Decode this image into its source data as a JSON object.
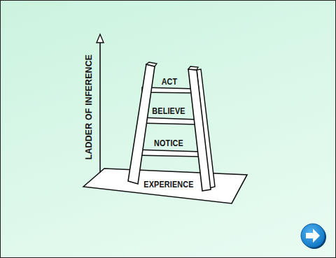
{
  "diagram": {
    "labels": [
      "LADDER OF INFERENCE",
      "ACT",
      "BELIEVE",
      "NOTICE",
      "EXPERIENCE"
    ]
  }
}
